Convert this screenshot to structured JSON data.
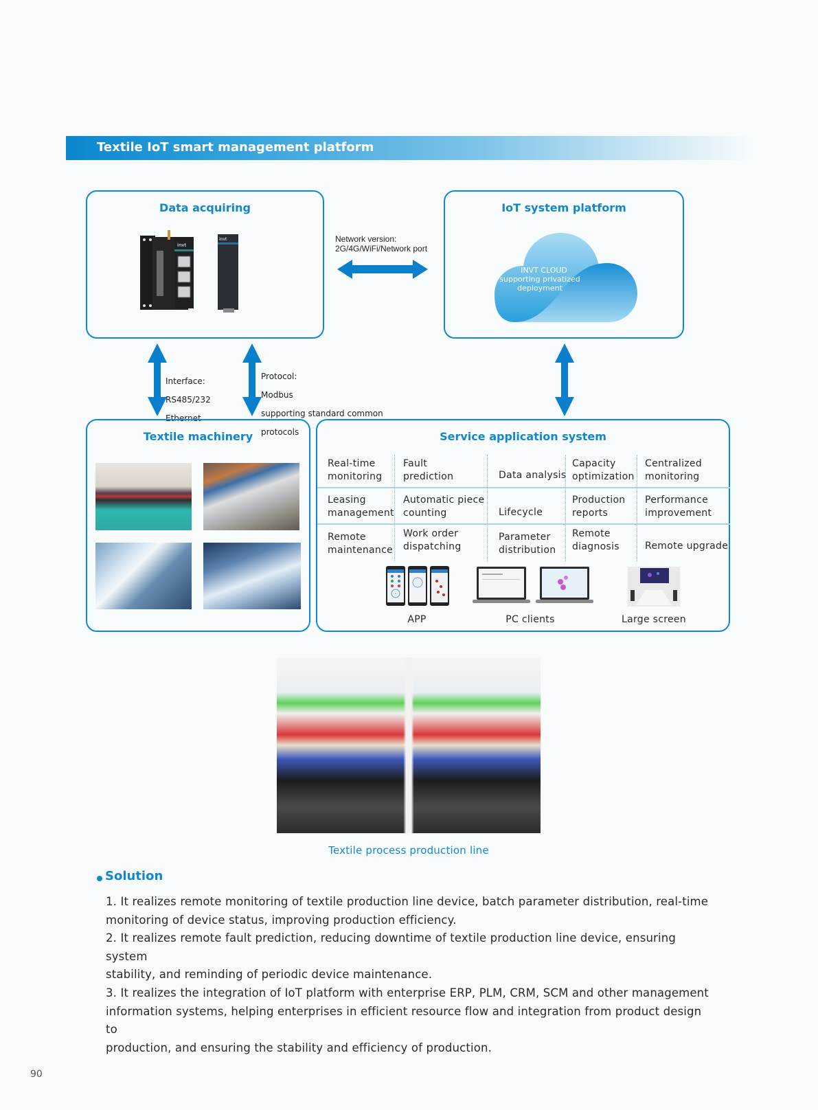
{
  "banner": {
    "title": "Textile IoT smart management platform"
  },
  "data_acquiring": {
    "title": "Data acquiring",
    "device_brand": "invt"
  },
  "network_link": {
    "label_line1": "Network version:",
    "label_line2": "2G/4G/WiFi/Network port"
  },
  "iot_platform": {
    "title": "IoT system platform",
    "cloud_line1": "INVT CLOUD",
    "cloud_line2": "supporting privatized",
    "cloud_line3": "deployment"
  },
  "interface_link": {
    "line1": "Interface:",
    "line2": "RS485/232",
    "line3": "Ethernet"
  },
  "protocol_link": {
    "line1": "Protocol:",
    "line2": "Modbus",
    "line3": "supporting standard common",
    "line4": "protocols"
  },
  "textile_machinery": {
    "title": "Textile machinery"
  },
  "service_system": {
    "title": "Service application system",
    "rows": [
      [
        "Real-time\nmonitoring",
        "Fault\nprediction",
        "Data analysis",
        "Capacity\noptimization",
        "Centralized\nmonitoring"
      ],
      [
        "Leasing\nmanagement",
        "Automatic piece\ncounting",
        "Lifecycle",
        "Production\nreports",
        "Performance\nimprovement"
      ],
      [
        "Remote\nmaintenance",
        "Work order\ndispatching",
        "Parameter\ndistribution",
        "Remote\ndiagnosis",
        "Remote upgrade"
      ]
    ],
    "clients": [
      {
        "label": "APP"
      },
      {
        "label": "PC clients"
      },
      {
        "label": "Large screen"
      }
    ]
  },
  "production_photo": {
    "caption": "Textile process production line"
  },
  "solution": {
    "heading": "Solution",
    "lines": [
      "1. It realizes remote monitoring of textile production line device, batch parameter distribution, real-time",
      "monitoring of device status, improving production efficiency.",
      "2. It realizes remote fault prediction, reducing downtime of textile production line device, ensuring system",
      "stability, and reminding of periodic device maintenance.",
      "3. It realizes the integration of IoT platform with enterprise ERP, PLM, CRM, SCM and other management",
      "information systems, helping enterprises in efficient resource flow and integration from product design to",
      "production, and ensuring the stability and efficiency of production."
    ]
  },
  "page_number": "90",
  "colors": {
    "accent": "#1487cc",
    "arrow": "#0a7fcb",
    "divider": "#a9d2ee"
  }
}
